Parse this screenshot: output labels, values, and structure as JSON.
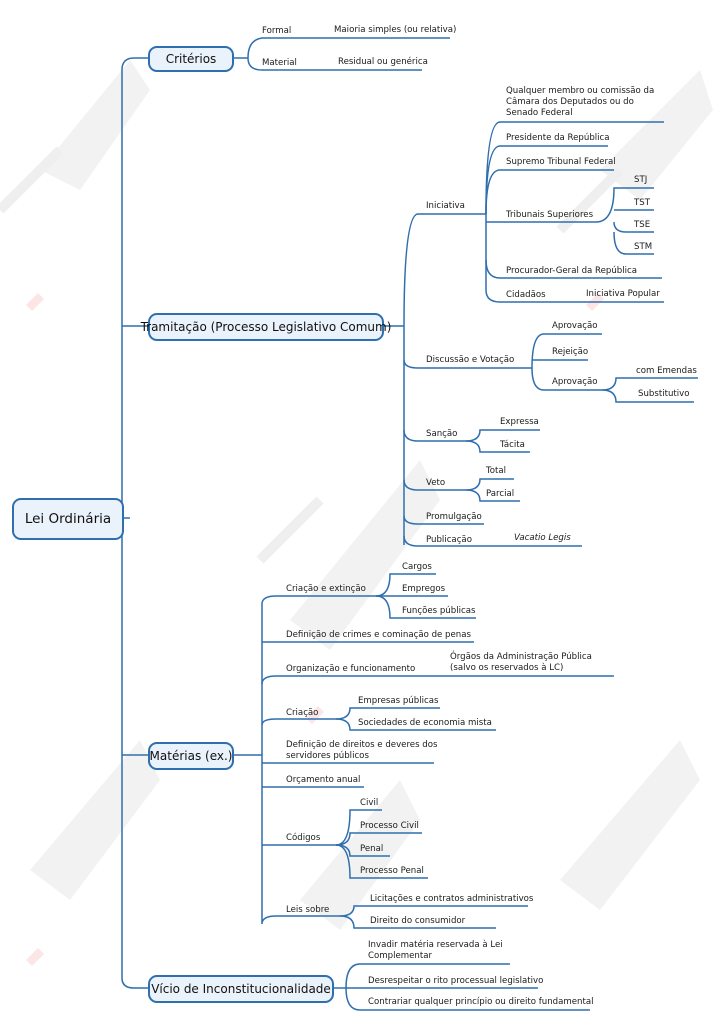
{
  "root": "Lei Ordinária",
  "branches": {
    "criterios": "Critérios",
    "tramitacao": "Tramitação (Processo Legislativo Comum)",
    "materias": "Matérias (ex.)",
    "vicio": "Vício de Inconstitucionalidade"
  },
  "criterios": {
    "formal": "Formal",
    "formal_value": "Maioria simples (ou relativa)",
    "material": "Material",
    "material_value": "Residual ou genérica"
  },
  "tramitacao": {
    "iniciativa": "Iniciativa",
    "iniciativa_items": {
      "membro": "Qualquer membro ou comissão da Câmara dos Deputados ou do Senado Federal",
      "presidente": "Presidente da República",
      "stf": "Supremo Tribunal Federal",
      "tribunais": "Tribunais Superiores",
      "pgr": "Procurador-Geral da República",
      "cidadaos": "Cidadãos",
      "iniciativa_popular": "Iniciativa Popular"
    },
    "tribunais_list": [
      "STJ",
      "TST",
      "TSE",
      "STM"
    ],
    "discussao": "Discussão e Votação",
    "discussao_items": {
      "aprovacao1": "Aprovação",
      "rejeicao": "Rejeição",
      "aprovacao2": "Aprovação",
      "com_emendas": "com Emendas",
      "substitutivo": "Substitutivo"
    },
    "sancao": "Sanção",
    "sancao_items": [
      "Expressa",
      "Tácita"
    ],
    "veto": "Veto",
    "veto_items": [
      "Total",
      "Parcial"
    ],
    "promulgacao": "Promulgação",
    "publicacao": "Publicação",
    "vacatio": "Vacatio Legis"
  },
  "materias": {
    "criacao_extincao": "Criação e extinção",
    "criacao_extincao_items": [
      "Cargos",
      "Empregos",
      "Funções públicas"
    ],
    "crimes": "Definição de crimes e cominação de penas",
    "organizacao": "Organização e funcionamento",
    "orgaos": "Órgãos da Administração Pública (salvo os reservados à LC)",
    "criacao": "Criação",
    "criacao_items": [
      "Empresas públicas",
      "Sociedades de economia mista"
    ],
    "direitos": "Definição de direitos e deveres dos servidores públicos",
    "orcamento": "Orçamento anual",
    "codigos": "Códigos",
    "codigos_items": [
      "Civil",
      "Processo Civil",
      "Penal",
      "Processo Penal"
    ],
    "leis_sobre": "Leis sobre",
    "leis_sobre_items": [
      "Licitações e contratos administrativos",
      "Direito do consumidor"
    ]
  },
  "vicio": {
    "items": [
      "Invadir matéria reservada à Lei Complementar",
      "Desrespeitar o rito processual legislativo",
      "Contrariar qualquer princípio ou direito fundamental"
    ]
  },
  "colors": {
    "line": "#2f6fae",
    "node_fill": "#eaf2fb",
    "watermark": "#f3f3f3",
    "watermark_accent": "#fbe4e4"
  }
}
